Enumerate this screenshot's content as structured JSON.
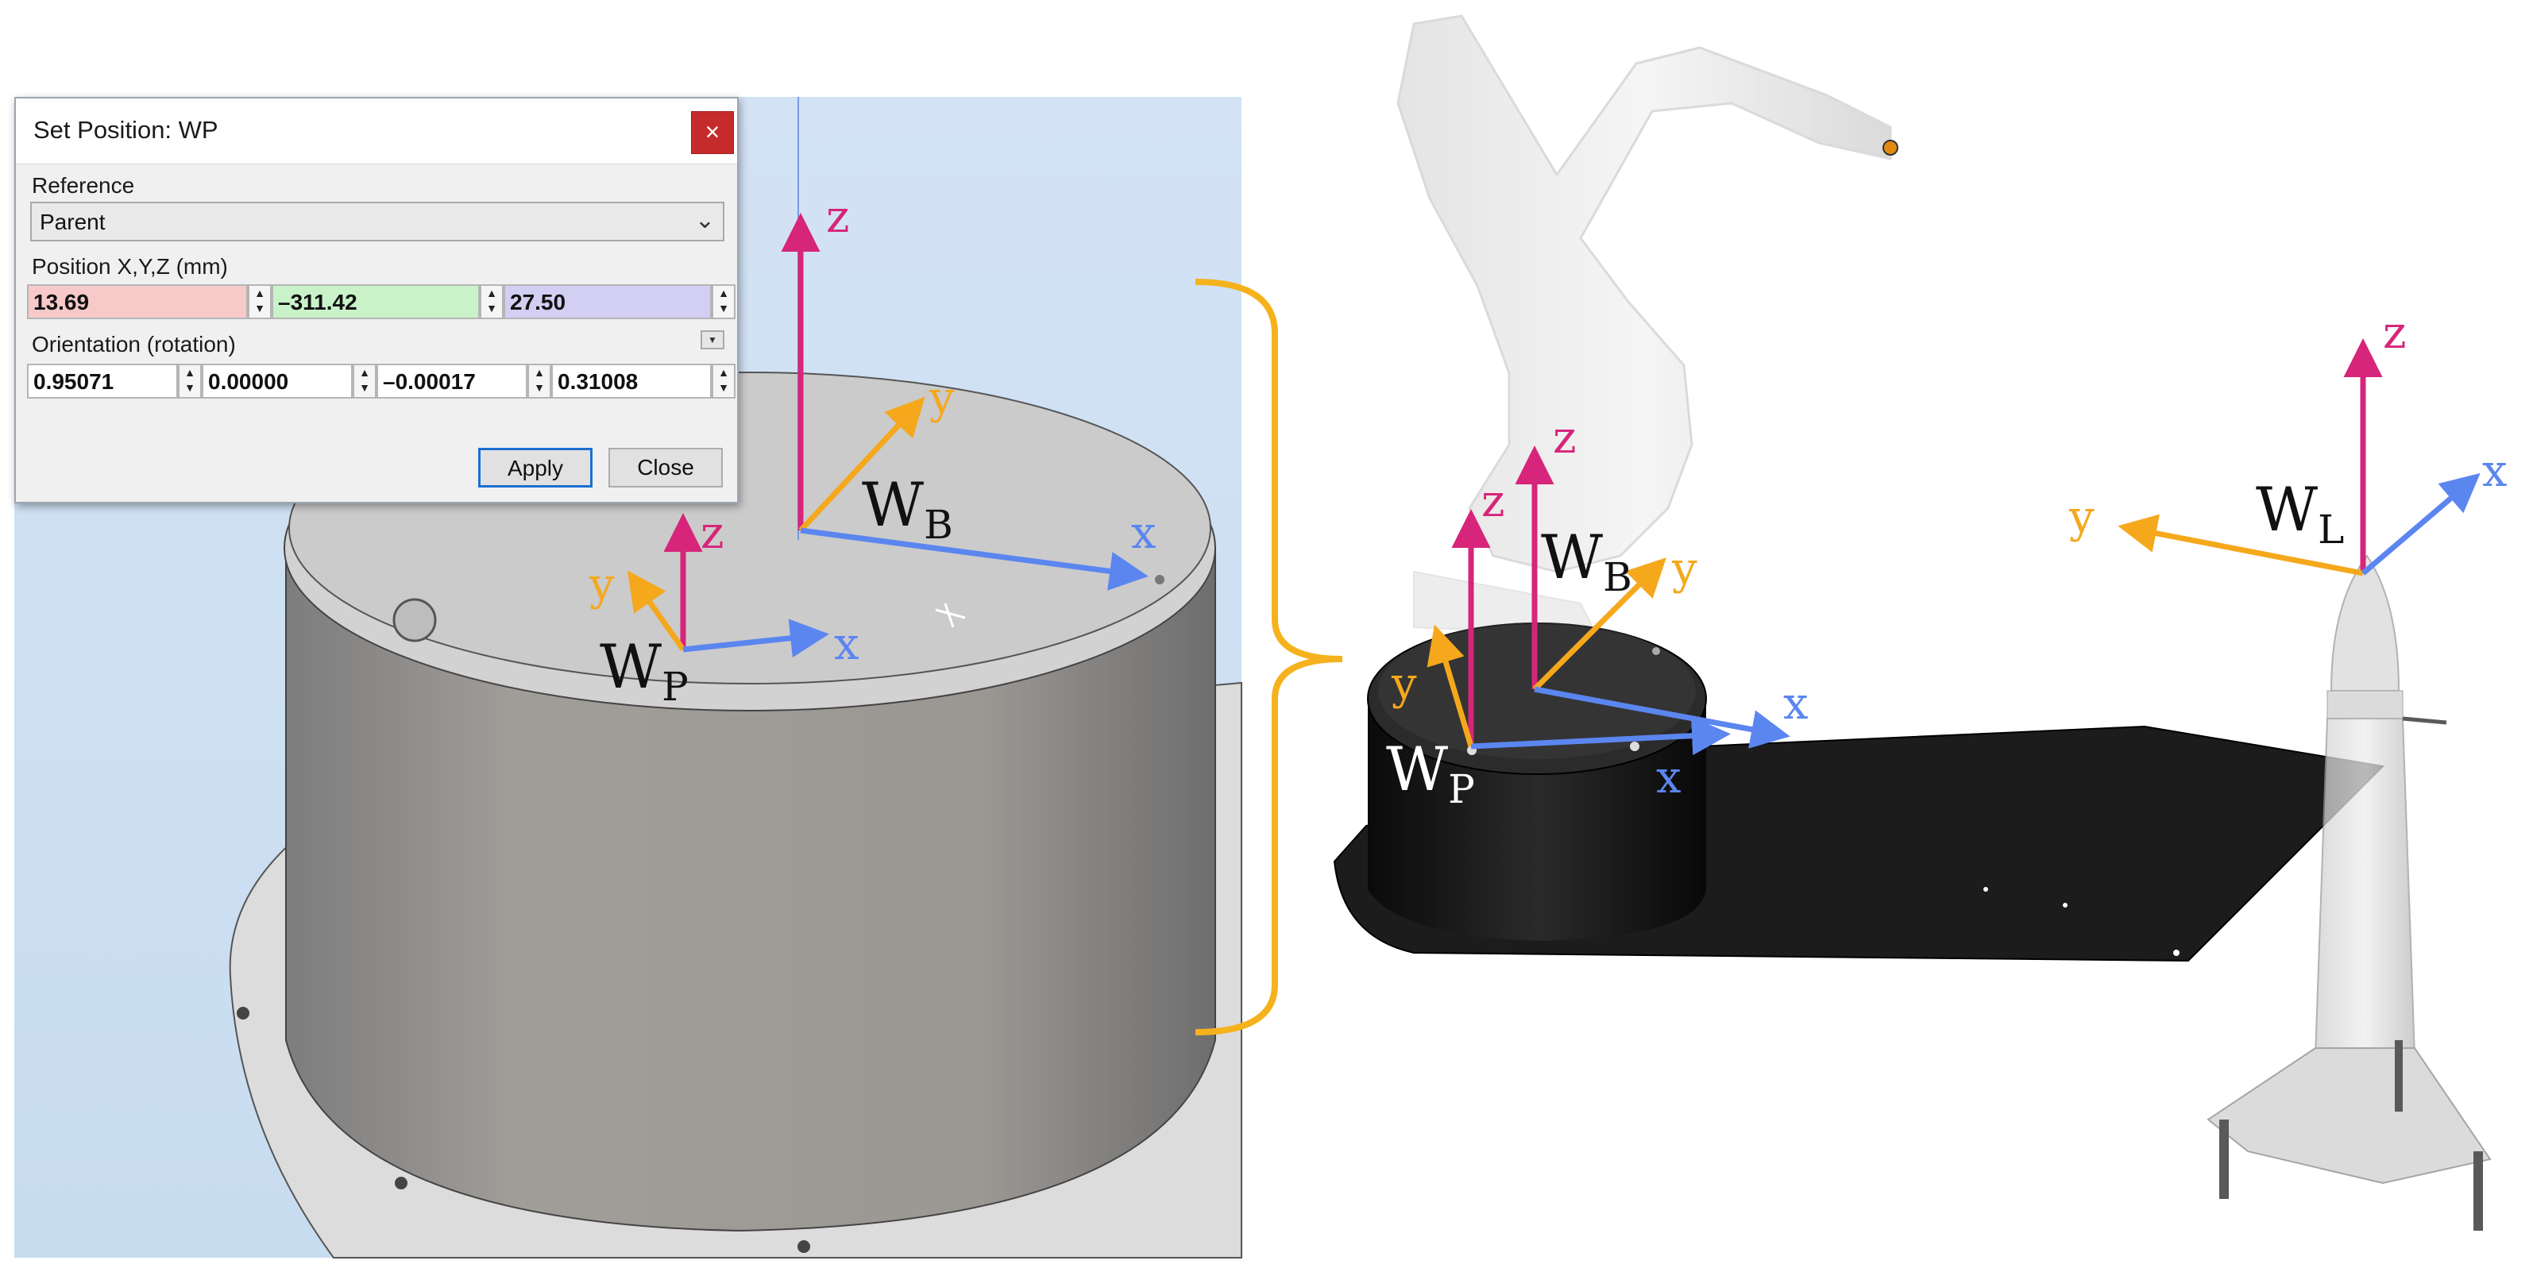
{
  "dialog": {
    "title": "Set Position: WP",
    "close_glyph": "×",
    "reference_label": "Reference",
    "reference_value": "Parent",
    "position_label": "Position X,Y,Z (mm)",
    "position": {
      "x": "13.69",
      "y": "–311.42",
      "z": "27.50"
    },
    "orientation_label": "Orientation (rotation)",
    "orientation": [
      "0.95071",
      "0.00000",
      "–0.00017",
      "0.31008"
    ],
    "apply_label": "Apply",
    "close_label": "Close"
  },
  "left_view": {
    "base_frame": {
      "z": "z",
      "y": "y",
      "x": "x",
      "name": "W",
      "sub": "B"
    },
    "plate_frame": {
      "z": "z",
      "y": "y",
      "x": "x",
      "name": "W",
      "sub": "P"
    }
  },
  "right_view": {
    "base_frame": {
      "z": "z",
      "y": "y",
      "x": "x",
      "name": "W",
      "sub": "B"
    },
    "plate_frame": {
      "z": "z",
      "y": "y",
      "x": "x",
      "name": "W",
      "sub": "P"
    },
    "lift_frame": {
      "z": "z",
      "y": "y",
      "x": "x",
      "name": "W",
      "sub": "L"
    }
  },
  "colors": {
    "z_axis": "#d6257a",
    "y_axis": "#f5a81c",
    "x_axis": "#5b86f0",
    "bracket": "#f5b21c",
    "viewport_bg": "#cfe0f3",
    "pos_x_bg": "#f7c9c9",
    "pos_y_bg": "#c9f2c9",
    "pos_z_bg": "#d3cff2"
  }
}
